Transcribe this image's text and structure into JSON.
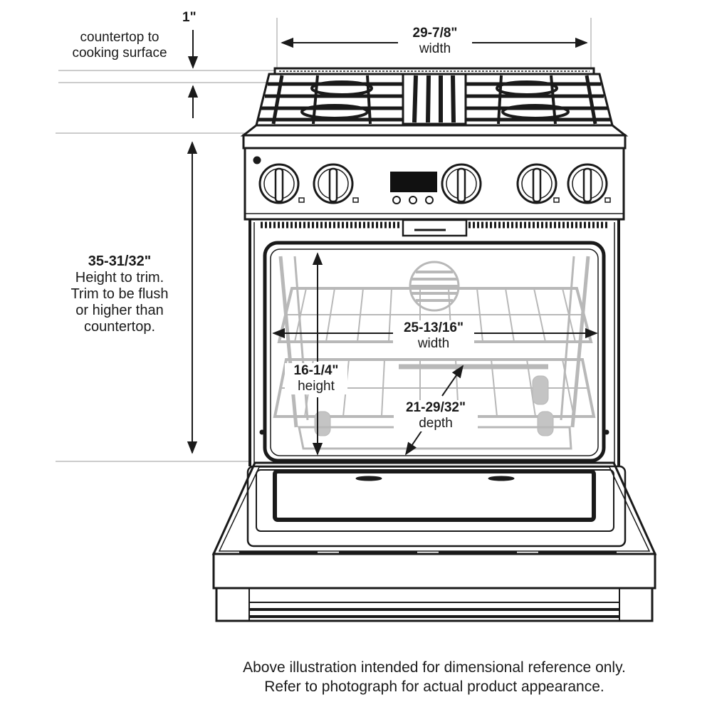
{
  "dimensions": {
    "counter_gap": {
      "value": "1\"",
      "label_lines": [
        "countertop to",
        "cooking surface"
      ]
    },
    "overall_width": {
      "value": "29-7/8\"",
      "label": "width"
    },
    "height_to_trim": {
      "value": "35-31/32\"",
      "label_lines": [
        "Height to trim.",
        "Trim to be flush",
        "or higher than",
        "countertop."
      ]
    },
    "oven_width": {
      "value": "25-13/16\"",
      "label": "width"
    },
    "oven_height": {
      "value": "16-1/4\"",
      "label": "height"
    },
    "oven_depth": {
      "value": "21-29/32\"",
      "label": "depth"
    }
  },
  "footer": {
    "line1": "Above illustration intended for dimensional reference only.",
    "line2": "Refer to photograph for actual product appearance."
  },
  "colors": {
    "line": "#1a1a1a",
    "guide": "#9a9a9a",
    "interior": "#b8b8b8",
    "background": "#ffffff"
  }
}
